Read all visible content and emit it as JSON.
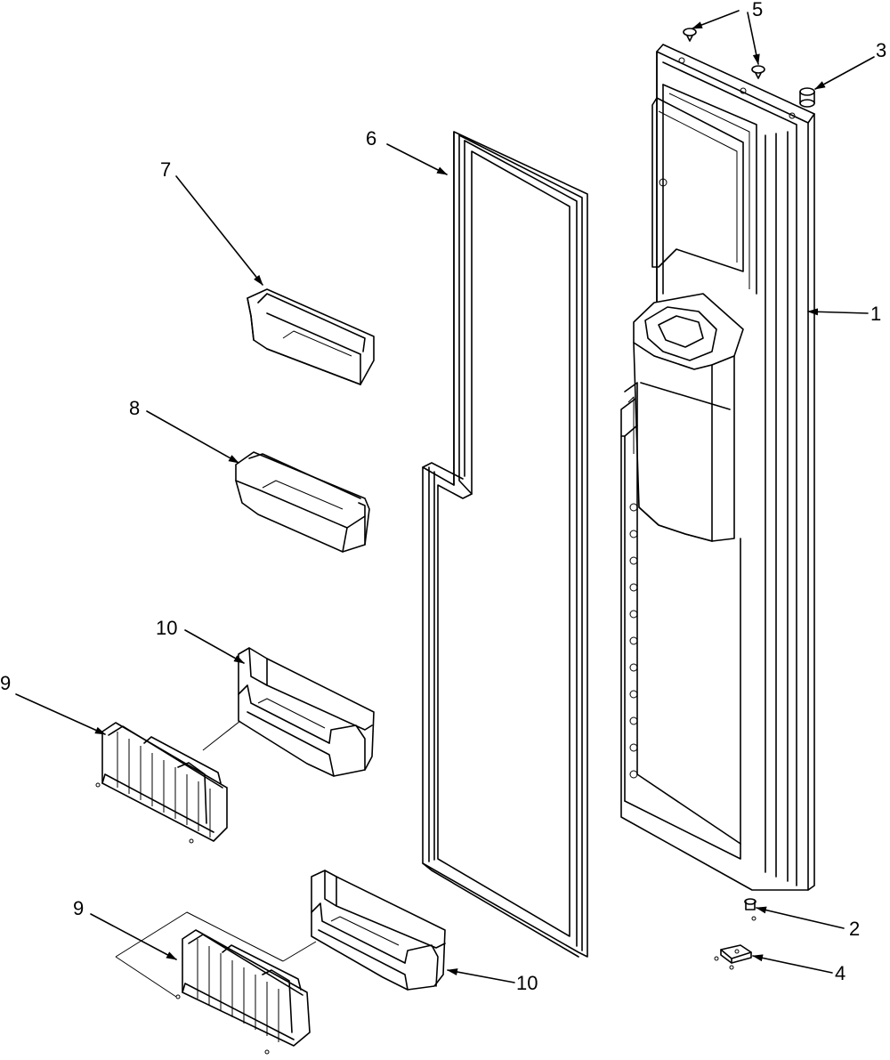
{
  "callouts": {
    "c1": "1",
    "c2": "2",
    "c3": "3",
    "c4": "4",
    "c5": "5",
    "c6": "6",
    "c7": "7",
    "c8": "8",
    "c9a": "9",
    "c9b": "9",
    "c10a": "10",
    "c10b": "10"
  }
}
